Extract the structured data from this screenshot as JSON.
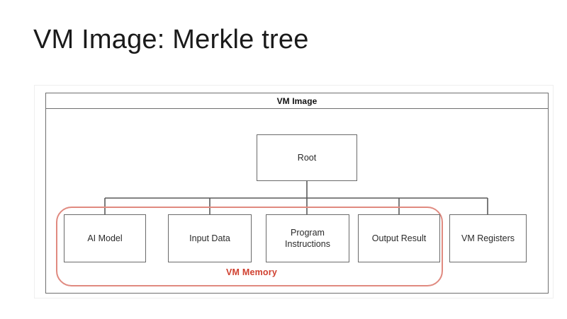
{
  "slide": {
    "title": "VM Image: Merkle tree",
    "background_color": "#ffffff"
  },
  "diagram": {
    "type": "tree",
    "container_label": "VM Image",
    "root": {
      "id": "root",
      "label": "Root"
    },
    "leaves": [
      {
        "id": "ai-model",
        "label": "AI Model",
        "in_vm_memory": true
      },
      {
        "id": "input",
        "label": "Input Data",
        "in_vm_memory": true
      },
      {
        "id": "program",
        "label": "Program\nInstructions",
        "in_vm_memory": true
      },
      {
        "id": "output",
        "label": "Output Result",
        "in_vm_memory": true
      },
      {
        "id": "registers",
        "label": "VM Registers",
        "in_vm_memory": false
      }
    ],
    "group": {
      "id": "vm-memory",
      "label": "VM Memory",
      "color": "#d0402f",
      "border_color": "#e08a80",
      "members": [
        "AI Model",
        "Input Data",
        "Program Instructions",
        "Output Result"
      ]
    },
    "colors": {
      "node_border": "#6a6a6a",
      "node_fill": "#ffffff",
      "connector": "#5a5a5a",
      "frame_border": "#efefef",
      "container_border": "#6f6f6f"
    }
  }
}
